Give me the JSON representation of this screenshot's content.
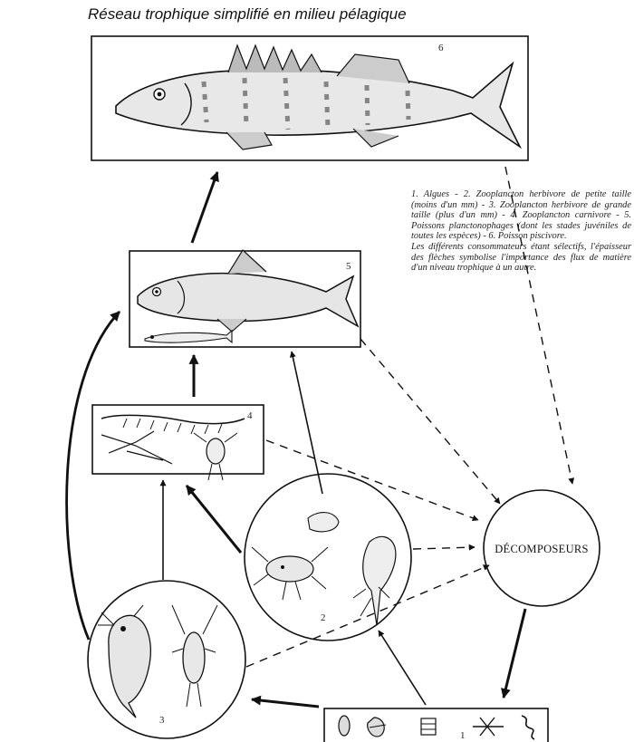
{
  "title": "Réseau trophique simplifié en milieu pélagique",
  "legend": {
    "items": "1. Algues - 2. Zooplancton herbivore de petite taille (moins d'un mm) - 3. Zooplancton herbivore de grande taille (plus d'un mm) - 4. Zooplancton carnivore - 5. Poissons planctonophages (dont les stades juvéniles de toutes les espèces) - 6. Poisson piscivore.",
    "note": "Les différents consommateurs étant sélectifs, l'épaisseur des flèches symbolise l'importance des flux de matière d'un niveau trophique à un autre."
  },
  "nodes": {
    "n1": "1",
    "n2": "2",
    "n3": "3",
    "n4": "4",
    "n5": "5",
    "n6": "6",
    "decomposers": "DÉCOMPOSEURS"
  },
  "colors": {
    "ink": "#111111",
    "background": "#ffffff"
  },
  "icons": [
    "pike-perch-icon",
    "fish-icon",
    "larva-icon",
    "copepod-icon",
    "daphnia-icon",
    "rotifer-icon",
    "algae-icon"
  ]
}
